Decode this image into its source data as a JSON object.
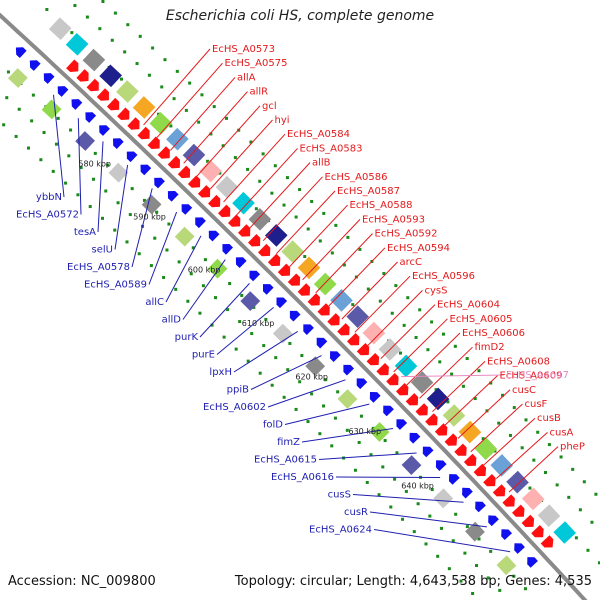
{
  "title": "Escherichia coli HS, complete genome",
  "footer": {
    "accession": "Accession: NC_009800",
    "summary": "Topology: circular; Length: 4,643,538 bp; Genes: 4,535"
  },
  "colors": {
    "forward_label": "#e31a1c",
    "reverse_label": "#1f1fb0",
    "rna_label": "#e88ac0",
    "backbone": "#8a8a8a",
    "tick_dots": "#1a8a1a"
  },
  "kbp_ticks": [
    {
      "label": "580 kbp"
    },
    {
      "label": "590 kbp"
    },
    {
      "label": "600 kbp"
    },
    {
      "label": "610 kbp"
    },
    {
      "label": "620 kbp"
    },
    {
      "label": "630 kbp"
    },
    {
      "label": "640 kbp"
    }
  ],
  "forward_genes": [
    "EcHS_A0573",
    "EcHS_A0575",
    "allA",
    "allR",
    "gcl",
    "hyi",
    "EcHS_A0584",
    "EcHS_A0583",
    "allB",
    "EcHS_A0586",
    "EcHS_A0587",
    "EcHS_A0588",
    "EcHS_A0593",
    "EcHS_A0592",
    "EcHS_A0594",
    "arcC",
    "EcHS_A0596",
    "cysS",
    "EcHS_A0604",
    "EcHS_A0605",
    "EcHS_A0606",
    "fimD2",
    "EcHS_A0608",
    "EcHS_A0609",
    "cusC",
    "cusF",
    "cusB",
    "cusA",
    "pheP"
  ],
  "rna_genes": [
    "EcHS_A4647"
  ],
  "reverse_genes": [
    "ybbN",
    "EcHS_A0572",
    "tesA",
    "selU",
    "EcHS_A0578",
    "EcHS_A0589",
    "allC",
    "allD",
    "purK",
    "purE",
    "lpxH",
    "ppiB",
    "EcHS_A0602",
    "folD",
    "fimZ",
    "EcHS_A0615",
    "EcHS_A0616",
    "cusS",
    "cusR",
    "EcHS_A0624"
  ]
}
